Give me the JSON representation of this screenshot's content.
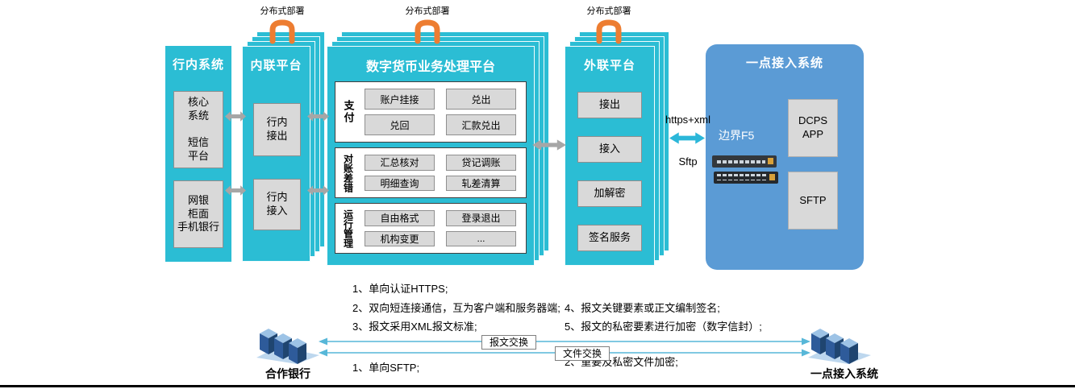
{
  "colors": {
    "platform_cyan": "#2BBDD4",
    "access_blue": "#5B9BD5",
    "handle_orange": "#ED7D31",
    "box_gray": "#D9D9D9",
    "arrow_gray": "#A6A6A6",
    "link_cyan": "#2BB7D9"
  },
  "deployment": {
    "label": "分布式部署"
  },
  "inbank": {
    "title": "行内系统",
    "core_box": "核心\n系统\n\n短信\n平台",
    "channel_box": "网银\n柜面\n手机银行"
  },
  "internal_platform": {
    "title": "内联平台",
    "out_box": "行内\n接出",
    "in_box": "行内\n接入"
  },
  "dcep_platform": {
    "title": "数字货币业务处理平台",
    "sections": [
      {
        "label": "支付",
        "buttons": [
          "账户挂接",
          "兑出",
          "兑回",
          "汇款兑出"
        ]
      },
      {
        "label": "对账差错",
        "buttons": [
          "汇总核对",
          "贷记调账",
          "明细查询",
          "轧差清算"
        ]
      },
      {
        "label": "运行管理",
        "buttons": [
          "自由格式",
          "登录退出",
          "机构变更",
          "..."
        ]
      }
    ]
  },
  "external_platform": {
    "title": "外联平台",
    "buttons": [
      "接出",
      "接入",
      "加解密",
      "签名服务"
    ]
  },
  "access_system": {
    "title": "一点接入系统",
    "f5_label": "边界F5",
    "dcps_box": "DCPS\nAPP",
    "sftp_box": "SFTP"
  },
  "link": {
    "protocol_top": "https+xml",
    "protocol_bottom": "Sftp"
  },
  "notes": {
    "https_1": "1、单向认证HTTPS;",
    "https_2": "2、双向短连接通信，互为客户端和服务器端;",
    "https_3": "3、报文采用XML报文标准;",
    "https_4": "4、报文关键要素或正文编制签名;",
    "https_5": "5、报文的私密要素进行加密（数字信封）;",
    "sftp_1": "1、单向SFTP;",
    "sftp_2": "2、重要及私密文件加密;"
  },
  "exchange": {
    "message": "报文交换",
    "file": "文件交换"
  },
  "bottom": {
    "left_entity": "合作银行",
    "right_entity": "一点接入系统"
  }
}
